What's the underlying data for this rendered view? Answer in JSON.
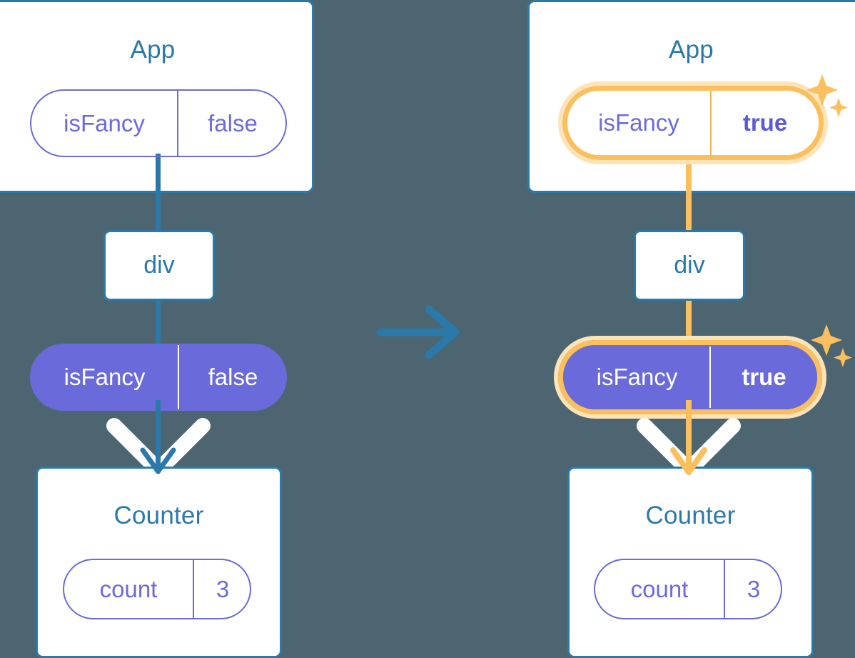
{
  "meta": {
    "title": "React state propagation diagram",
    "background_color": "#4c6570"
  },
  "colors": {
    "card_border": "#2b79a8",
    "card_title_text": "#2b79a8",
    "pill_purple": "#6a6adb",
    "pill_purple_text": "#6b6bdb",
    "highlight_amber": "#fbbf5e",
    "highlight_amber_soft": "#fde3b8",
    "arrow_blue": "#2b79a8",
    "white": "#ffffff"
  },
  "transition_arrow": {
    "icon": "arrow-right-icon",
    "color": "#2b79a8"
  },
  "panels": [
    {
      "id": "before",
      "app": {
        "title": "App",
        "pill": {
          "key": "isFancy",
          "value": "false",
          "style": "outline",
          "highlighted": false,
          "value_bold": false
        }
      },
      "div": {
        "label": "div"
      },
      "props_pill": {
        "key": "isFancy",
        "value": "false",
        "style": "filled",
        "highlighted": false,
        "value_bold": false
      },
      "counter": {
        "title": "Counter",
        "pill": {
          "key": "count",
          "value": "3",
          "style": "outline",
          "highlighted": false,
          "value_bold": false
        }
      },
      "flow_color": "#2b79a8",
      "sparkles": []
    },
    {
      "id": "after",
      "app": {
        "title": "App",
        "pill": {
          "key": "isFancy",
          "value": "true",
          "style": "outline",
          "highlighted": true,
          "value_bold": true
        }
      },
      "div": {
        "label": "div"
      },
      "props_pill": {
        "key": "isFancy",
        "value": "true",
        "style": "filled",
        "highlighted": true,
        "value_bold": true
      },
      "counter": {
        "title": "Counter",
        "pill": {
          "key": "count",
          "value": "3",
          "style": "outline",
          "highlighted": false,
          "value_bold": false
        }
      },
      "flow_color": "#fbbf5e",
      "sparkles": [
        "sparkle-icon",
        "sparkle-icon"
      ]
    }
  ]
}
